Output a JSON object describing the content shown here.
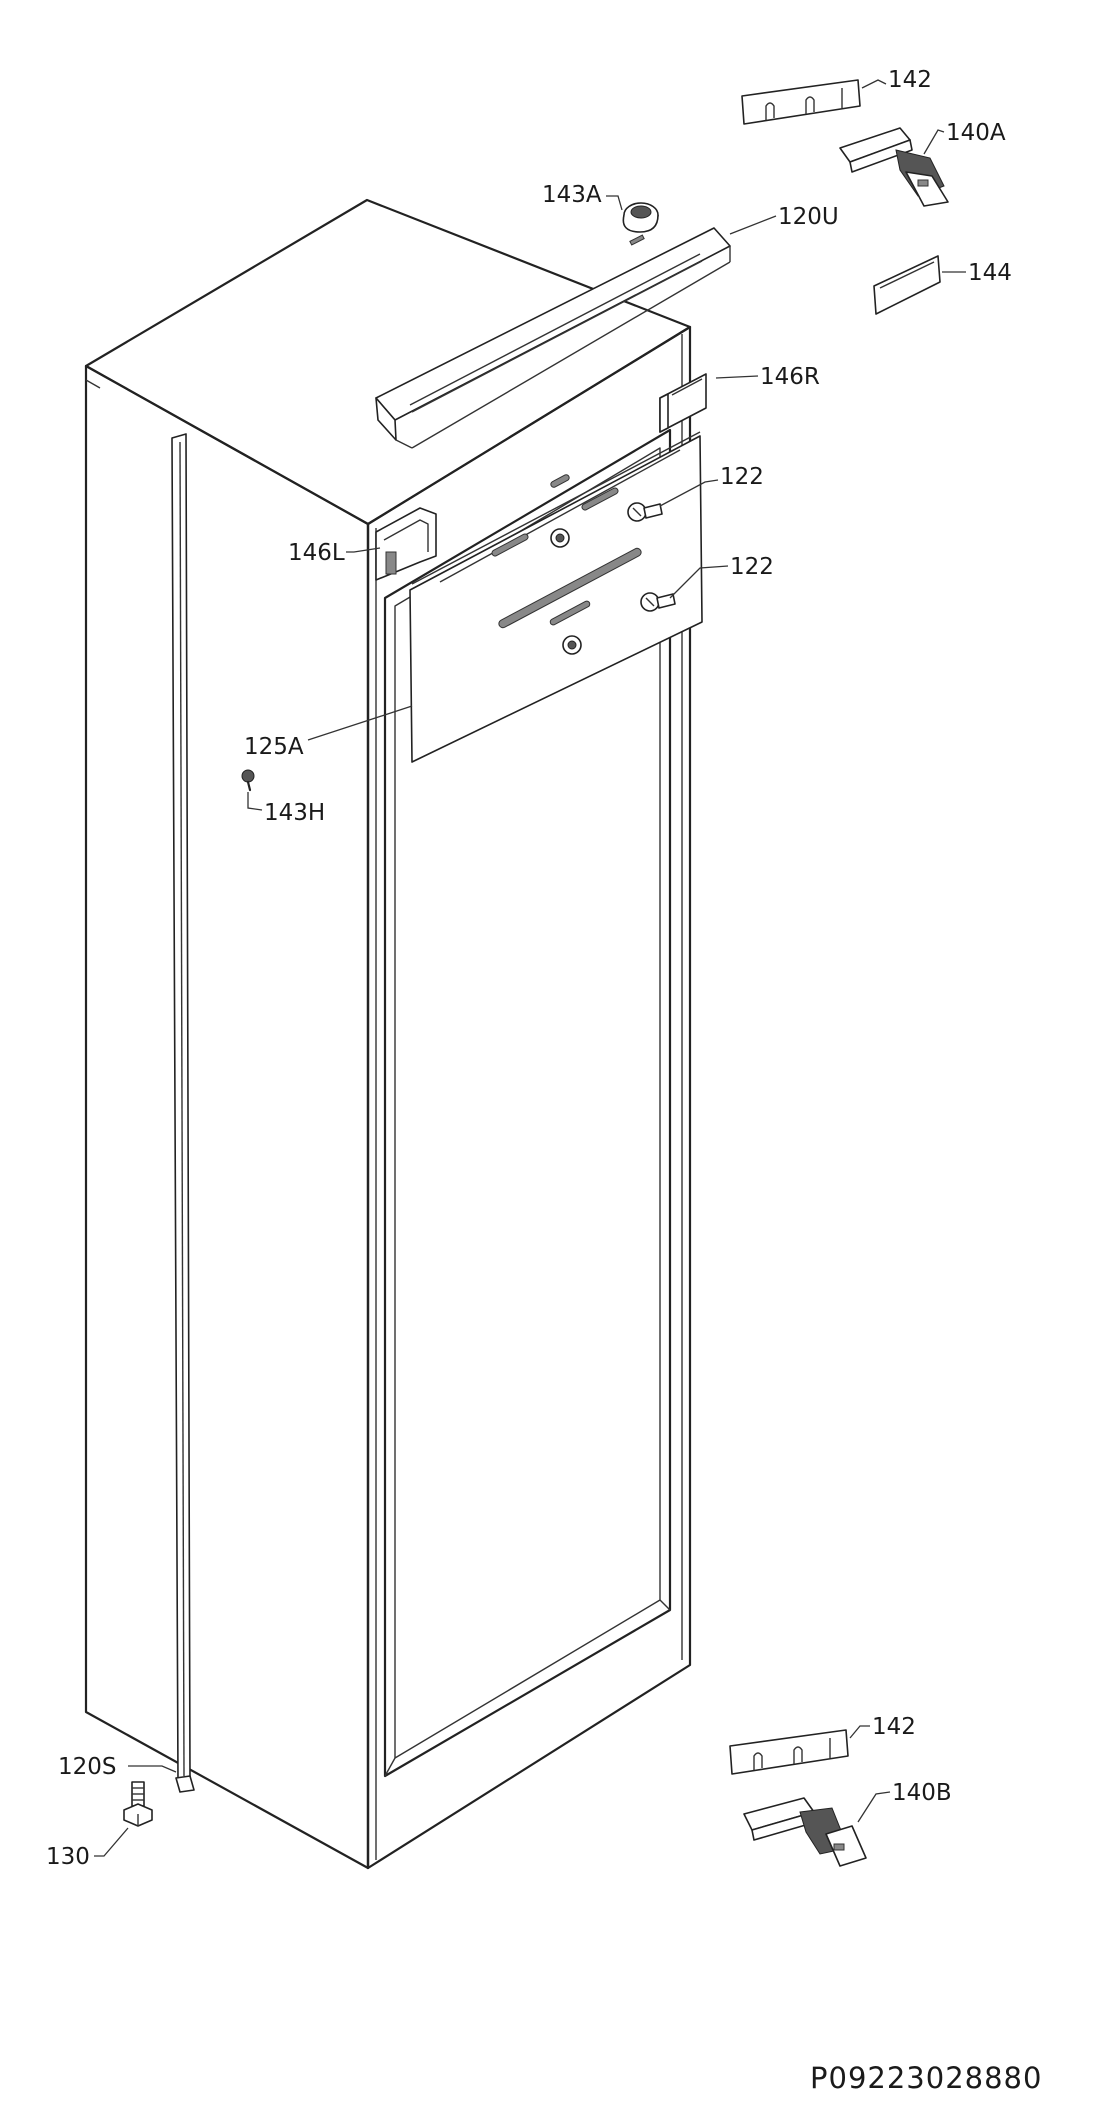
{
  "labels": {
    "p142_top": "142",
    "p140A": "140A",
    "p143A": "143A",
    "p120U": "120U",
    "p144": "144",
    "p146R": "146R",
    "p122_a": "122",
    "p146L": "146L",
    "p122_b": "122",
    "p125A": "125A",
    "p143H": "143H",
    "p142_bottom": "142",
    "p140B": "140B",
    "p120S": "120S",
    "p130": "130"
  },
  "drawing_code": "P09223028880"
}
